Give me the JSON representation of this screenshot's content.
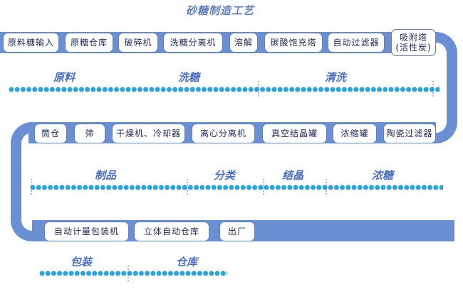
{
  "title": "砂糖制造工艺",
  "row1": [
    "原料糖输入",
    "原糖仓库",
    "破碎机",
    "洗糖分离机",
    "溶解",
    "碳酸饱充塔",
    "自动过滤器"
  ],
  "row1_last": {
    "line1": "吸附塔",
    "line2": "(活性炭)"
  },
  "row2": [
    "筒仓",
    "筛",
    "干燥机、冷却器",
    "离心分离机",
    "真空结晶罐",
    "浓缩罐",
    "陶瓷过滤器"
  ],
  "row3": [
    "自动计量包装机",
    "立体自动仓库",
    "出厂"
  ],
  "stages1": [
    "原料",
    "洗糖",
    "清洗"
  ],
  "stages2": [
    "制品",
    "分类",
    "结晶",
    "浓糖"
  ],
  "stages3": [
    "包装",
    "仓库"
  ],
  "colors": {
    "pipe": "#6a8fd2",
    "dot": "#29a3dc",
    "box_border": "#5f7fbf",
    "stage_text": "#4a6ec2"
  }
}
